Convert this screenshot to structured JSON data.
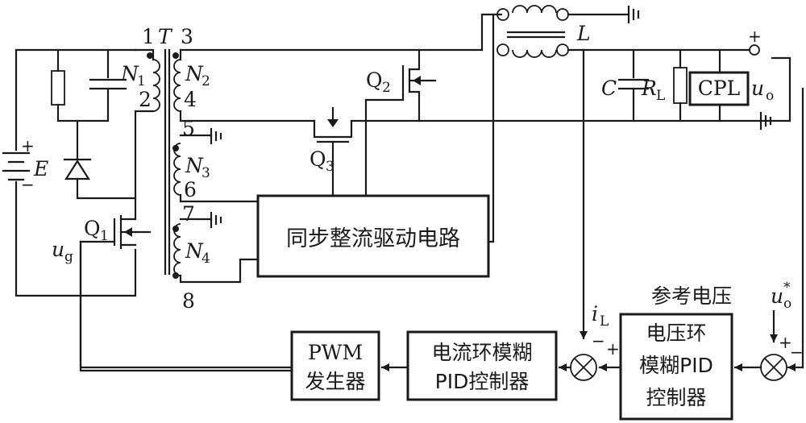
{
  "labels": {
    "transformer": "T",
    "n1": "N",
    "n1_sub": "1",
    "n2": "N",
    "n2_sub": "2",
    "n3": "N",
    "n3_sub": "3",
    "n4": "N",
    "n4_sub": "4",
    "pin1": "1",
    "pin2": "2",
    "pin3": "3",
    "pin4": "4",
    "pin5": "5",
    "pin6": "6",
    "pin7": "7",
    "pin8": "8",
    "source": "E",
    "source_plus": "+",
    "source_minus": "−",
    "q1": "Q",
    "q1_sub": "1",
    "q2": "Q",
    "q2_sub": "2",
    "q3": "Q",
    "q3_sub": "3",
    "ug": "u",
    "ug_sub": "g",
    "inductor": "L",
    "capacitor": "C",
    "rl": "R",
    "rl_sub": "L",
    "cpl": "CPL",
    "uo": "u",
    "uo_sub": "o",
    "out_plus": "+",
    "il": "i",
    "il_sub": "L",
    "ref_voltage": "参考电压",
    "uo_ref": "u",
    "uo_ref_sub": "o",
    "uo_ref_sup": "*",
    "sum1_minus": "−",
    "sum1_plus": "+",
    "sum2_plus": "+",
    "sum2_minus": "−"
  },
  "blocks": {
    "sync_driver": "同步整流驱动电路",
    "pwm_line1": "PWM",
    "pwm_line2": "发生器",
    "current_line1": "电流环模糊",
    "current_line2": "PID控制器",
    "voltage_line1": "电压环",
    "voltage_line2": "模糊PID",
    "voltage_line3": "控制器"
  }
}
